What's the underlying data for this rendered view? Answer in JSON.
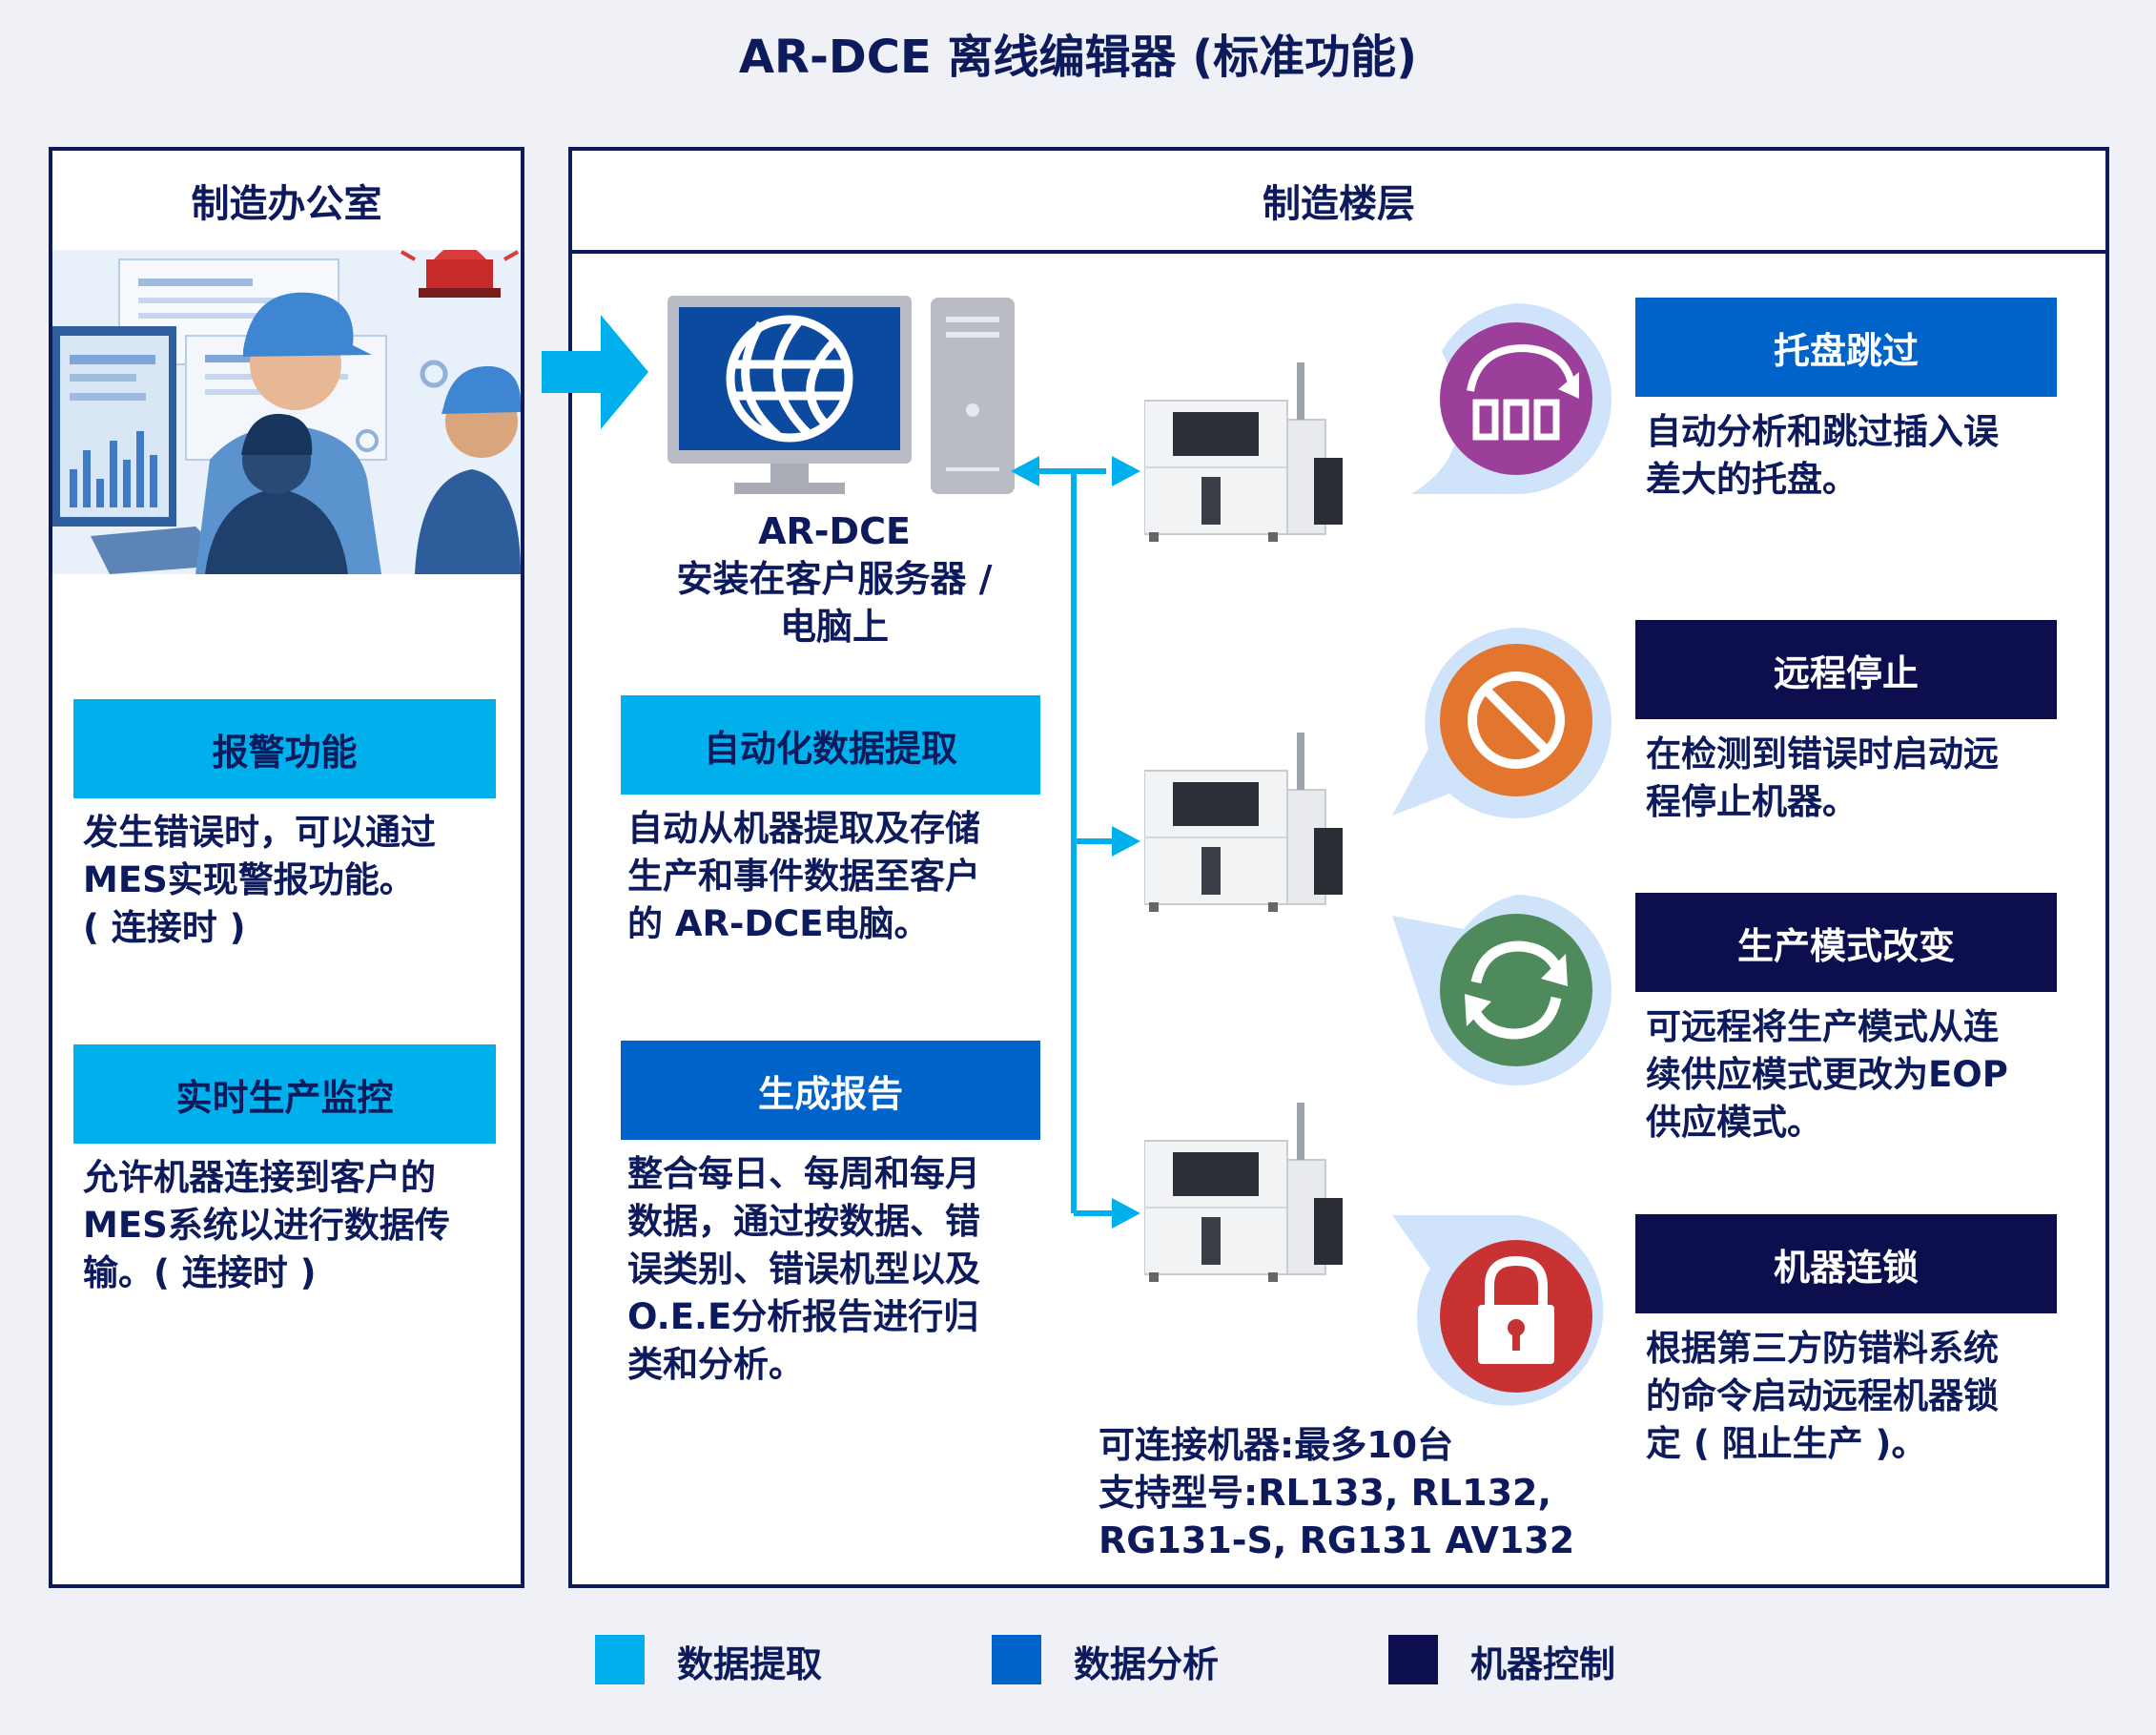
{
  "title": "AR-DCE 离线编辑器 (标准功能)",
  "colors": {
    "data_extraction": "#00b0ec",
    "data_analysis": "#0063c9",
    "machine_control": "#0c0e4e",
    "frame": "#0d1a5c",
    "arrow": "#00b0ec"
  },
  "office": {
    "header": "制造办公室",
    "alarm": {
      "label": "报警功能",
      "desc": [
        "发生错误时，可以通过",
        "MES实现警报功能。",
        "( 连接时 )"
      ]
    },
    "monitor": {
      "label": "实时生产监控",
      "desc": [
        "允许机器连接到客户的",
        "MES系统以进行数据传",
        "输。( 连接时 )"
      ]
    }
  },
  "floor": {
    "header": "制造楼层",
    "server_caption": [
      "AR-DCE",
      "安装在客户服务器 /",
      "电脑上"
    ],
    "extraction": {
      "label": "自动化数据提取",
      "desc": [
        "自动从机器提取及存储",
        "生产和事件数据至客户",
        "的 AR-DCE电脑。"
      ]
    },
    "report": {
      "label": "生成报告",
      "desc": [
        "整合每日、每周和每月",
        "数据，通过按数据、错",
        "误类别、错误机型以及",
        "O.E.E分析报告进行归",
        "类和分析。"
      ]
    },
    "machines_note": [
      "可连接机器:最多10台",
      "支持型号:RL133, RL132,",
      "RG131-S, RG131 AV132"
    ],
    "features": [
      {
        "label": "托盘跳过",
        "desc": [
          "自动分析和跳过插入误",
          "差大的托盘。"
        ],
        "icon": "tray-skip-icon",
        "icon_color": "#9c3f9a"
      },
      {
        "label": "远程停止",
        "desc": [
          "在检测到错误时启动远",
          "程停止机器。"
        ],
        "icon": "stop-icon",
        "icon_color": "#e2762e"
      },
      {
        "label": "生产模式改变",
        "desc": [
          "可远程将生产模式从连",
          "续供应模式更改为EOP",
          "供应模式。"
        ],
        "icon": "refresh-icon",
        "icon_color": "#4e8a5b"
      },
      {
        "label": "机器连锁",
        "desc": [
          "根据第三方防错料系统",
          "的命令启动远程机器锁",
          "定 ( 阻止生产 )。"
        ],
        "icon": "lock-icon",
        "icon_color": "#c83232"
      }
    ]
  },
  "legend": [
    {
      "label": "数据提取",
      "color": "#00b0ec"
    },
    {
      "label": "数据分析",
      "color": "#0063c9"
    },
    {
      "label": "机器控制",
      "color": "#0c0e4e"
    }
  ]
}
